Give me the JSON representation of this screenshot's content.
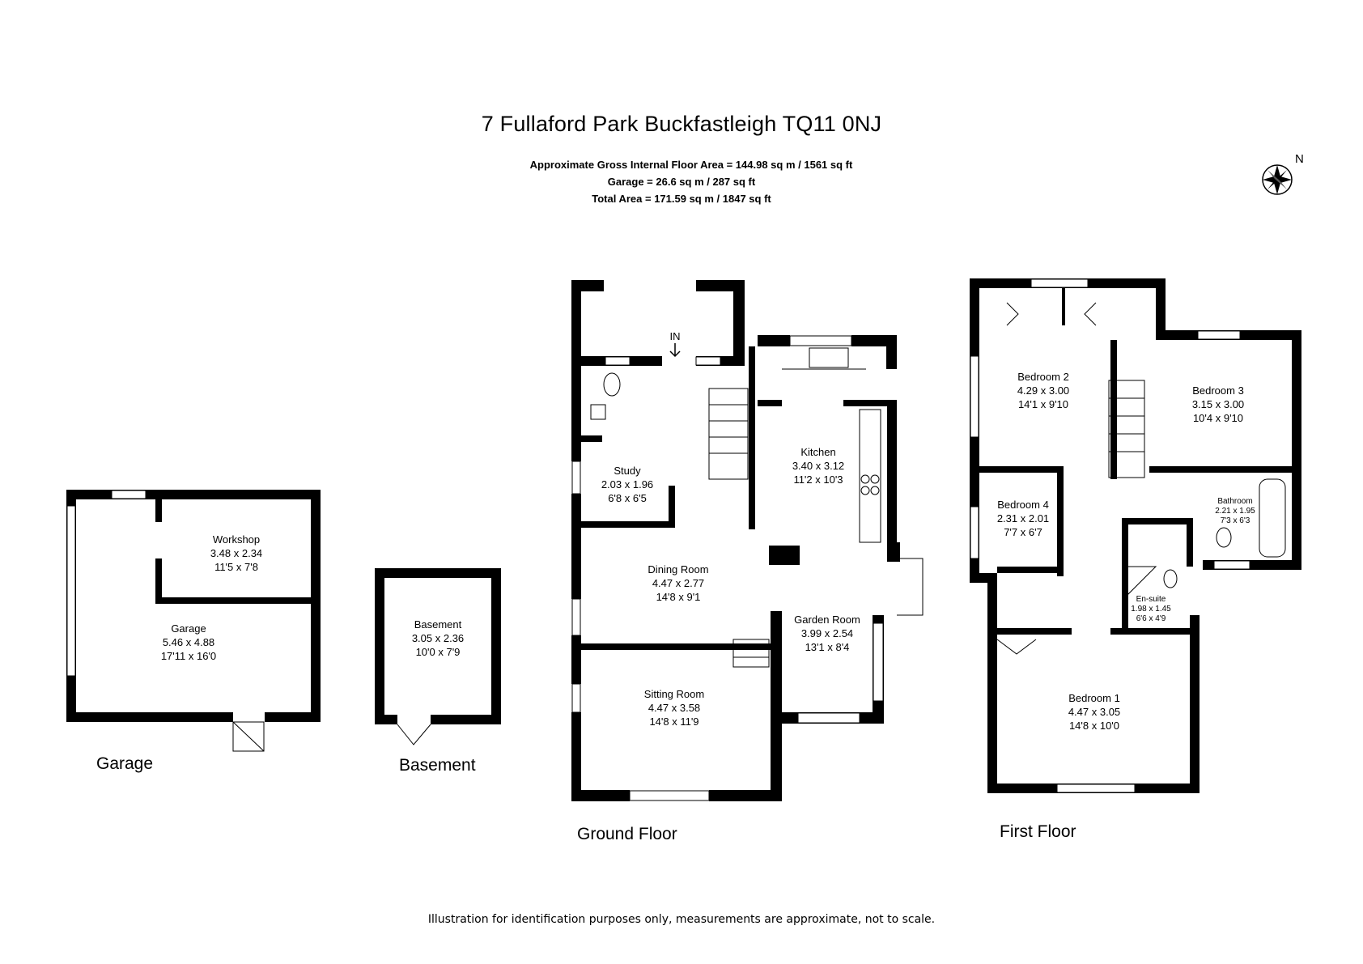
{
  "title": "7 Fullaford Park Buckfastleigh TQ11 0NJ",
  "areas": {
    "gross": "Approximate Gross Internal Floor Area  = 144.98 sq m  / 1561 sq ft",
    "garage": "Garage = 26.6 sq m  / 287 sq ft",
    "total": "Total Area = 171.59 sq m  / 1847 sq ft"
  },
  "compass": {
    "label": "N"
  },
  "entrance": {
    "label": "IN"
  },
  "floors": {
    "garage": "Garage",
    "basement": "Basement",
    "ground": "Ground Floor",
    "first": "First Floor"
  },
  "rooms": {
    "workshop": {
      "name": "Workshop",
      "metric": "3.48 x 2.34",
      "imperial": "11'5 x 7'8"
    },
    "garage": {
      "name": "Garage",
      "metric": "5.46 x 4.88",
      "imperial": "17'11 x 16'0"
    },
    "basement": {
      "name": "Basement",
      "metric": "3.05 x 2.36",
      "imperial": "10'0 x 7'9"
    },
    "study": {
      "name": "Study",
      "metric": "2.03 x 1.96",
      "imperial": "6'8 x 6'5"
    },
    "kitchen": {
      "name": "Kitchen",
      "metric": "3.40 x 3.12",
      "imperial": "11'2 x 10'3"
    },
    "dining": {
      "name": "Dining Room",
      "metric": "4.47 x 2.77",
      "imperial": "14'8 x 9'1"
    },
    "garden": {
      "name": "Garden Room",
      "metric": "3.99 x 2.54",
      "imperial": "13'1 x 8'4"
    },
    "sitting": {
      "name": "Sitting Room",
      "metric": "4.47 x 3.58",
      "imperial": "14'8 x 11'9"
    },
    "bedroom2": {
      "name": "Bedroom 2",
      "metric": "4.29 x 3.00",
      "imperial": "14'1 x 9'10"
    },
    "bedroom3": {
      "name": "Bedroom 3",
      "metric": "3.15 x 3.00",
      "imperial": "10'4 x 9'10"
    },
    "bedroom4": {
      "name": "Bedroom 4",
      "metric": "2.31 x 2.01",
      "imperial": "7'7 x 6'7"
    },
    "bathroom": {
      "name": "Bathroom",
      "metric": "2.21 x 1.95",
      "imperial": "7'3 x 6'3"
    },
    "ensuite": {
      "name": "En-suite",
      "metric": "1.98 x 1.45",
      "imperial": "6'6 x 4'9"
    },
    "bedroom1": {
      "name": "Bedroom 1",
      "metric": "4.47 x 3.05",
      "imperial": "14'8 x 10'0"
    }
  },
  "disclaimer": "Illustration for identification purposes only, measurements are approximate, not to scale."
}
